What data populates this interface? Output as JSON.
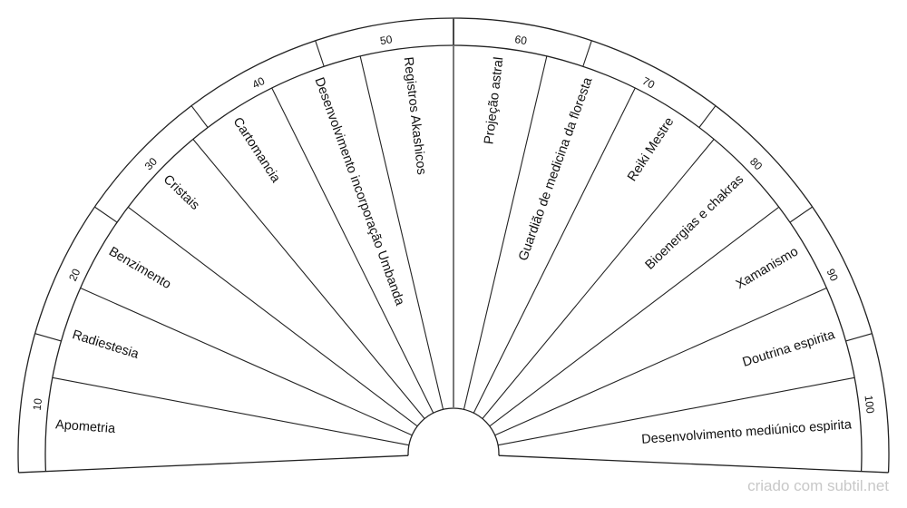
{
  "chart": {
    "sectors": [
      "Apometria",
      "Radiestesia",
      "Benzimento",
      "Cristais",
      "Cartomancia",
      "Desenvolvimento  incorporação  Umbanda",
      "Registros Akashicos",
      "Projeção astral",
      "Guardião de medicina da floresta",
      "Reiki Mestre",
      "Bioenergias e chakras",
      "Xamanismo",
      "Doutrina espirita",
      "Desenvolvimento mediúnico espirita"
    ],
    "scale": [
      "10",
      "20",
      "30",
      "40",
      "50",
      "60",
      "70",
      "80",
      "90",
      "100"
    ],
    "colors": {
      "line": "#222222",
      "center_line": "#777777",
      "watermark": "#c8c8c8"
    }
  },
  "watermark": "criado com subtil.net"
}
